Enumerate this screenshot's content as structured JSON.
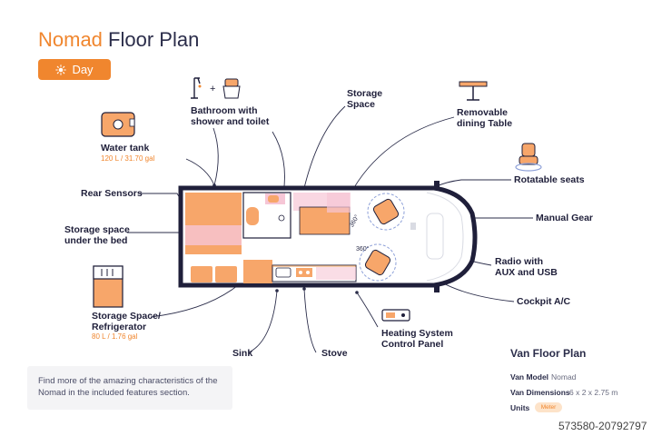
{
  "title": {
    "brand": "Nomad",
    "rest": "Floor Plan"
  },
  "day_button": {
    "label": "Day",
    "icon": "sun-icon"
  },
  "features": {
    "bathroom": "Bathroom with\nshower and toilet",
    "storage_space": "Storage\nSpace",
    "removable_table": "Removable\ndining Table",
    "water_tank": "Water tank",
    "water_tank_capacity": "120 L / 31.70 gal",
    "rotatable_seats": "Rotatable seats",
    "rear_sensors": "Rear Sensors",
    "storage_bed": "Storage space\nunder the bed",
    "manual_gear": "Manual Gear",
    "radio": "Radio with\nAUX and USB",
    "storage_fridge": "Storage Space/\nRefrigerator",
    "fridge_capacity": "80 L / 1.76 gal",
    "cockpit_ac": "Cockpit A/C",
    "heating": "Heating System\nControl Panel",
    "sink": "Sink",
    "stove": "Stove",
    "seat_rotation": "360°"
  },
  "footer": {
    "text": "Find more of the amazing characteristics of the Nomad in the included features section."
  },
  "specs": {
    "title": "Van Floor Plan",
    "model_label": "Van Model",
    "model_value": "Nomad",
    "dimensions_label": "Van Dimensions",
    "dimensions_value": "6 x 2 x 2.75 m",
    "units_label": "Units",
    "units_value": "Meter"
  },
  "watermark": "573580-20792797",
  "colors": {
    "accent": "#f0862e",
    "navy": "#1f1f3a",
    "pink": "#f6c6d6"
  }
}
